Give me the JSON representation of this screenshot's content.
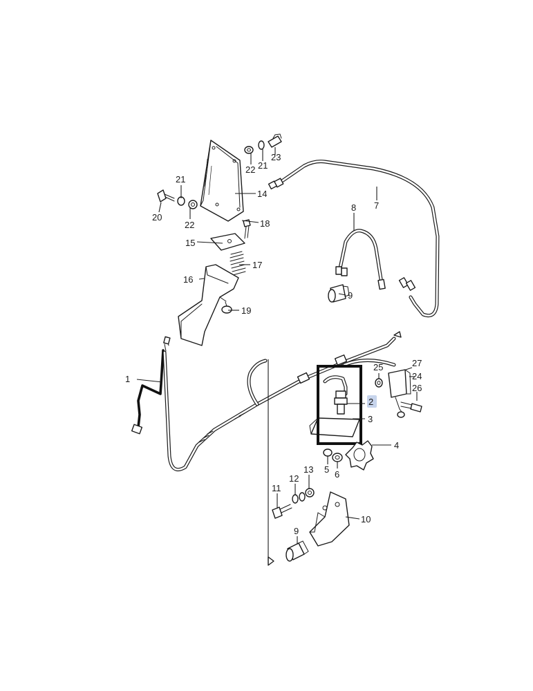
{
  "diagram": {
    "colors": {
      "line": "#1a1a1a",
      "background": "#ffffff",
      "selection_highlight": "#c7d4ec",
      "selection_box": "#111111"
    },
    "callouts": {
      "c1": "1",
      "c2": "2",
      "c3": "3",
      "c4": "4",
      "c5": "5",
      "c6": "6",
      "c7": "7",
      "c8": "8",
      "c9a": "9",
      "c9b": "9",
      "c10": "10",
      "c11": "11",
      "c12": "12",
      "c13": "13",
      "c14": "14",
      "c15": "15",
      "c16": "16",
      "c17": "17",
      "c18": "18",
      "c19": "19",
      "c20": "20",
      "c21a": "21",
      "c21b": "21",
      "c22a": "22",
      "c22b": "22",
      "c23": "23",
      "c24": "24",
      "c25": "25",
      "c26": "26",
      "c27": "27"
    },
    "selected_callout": "2"
  }
}
